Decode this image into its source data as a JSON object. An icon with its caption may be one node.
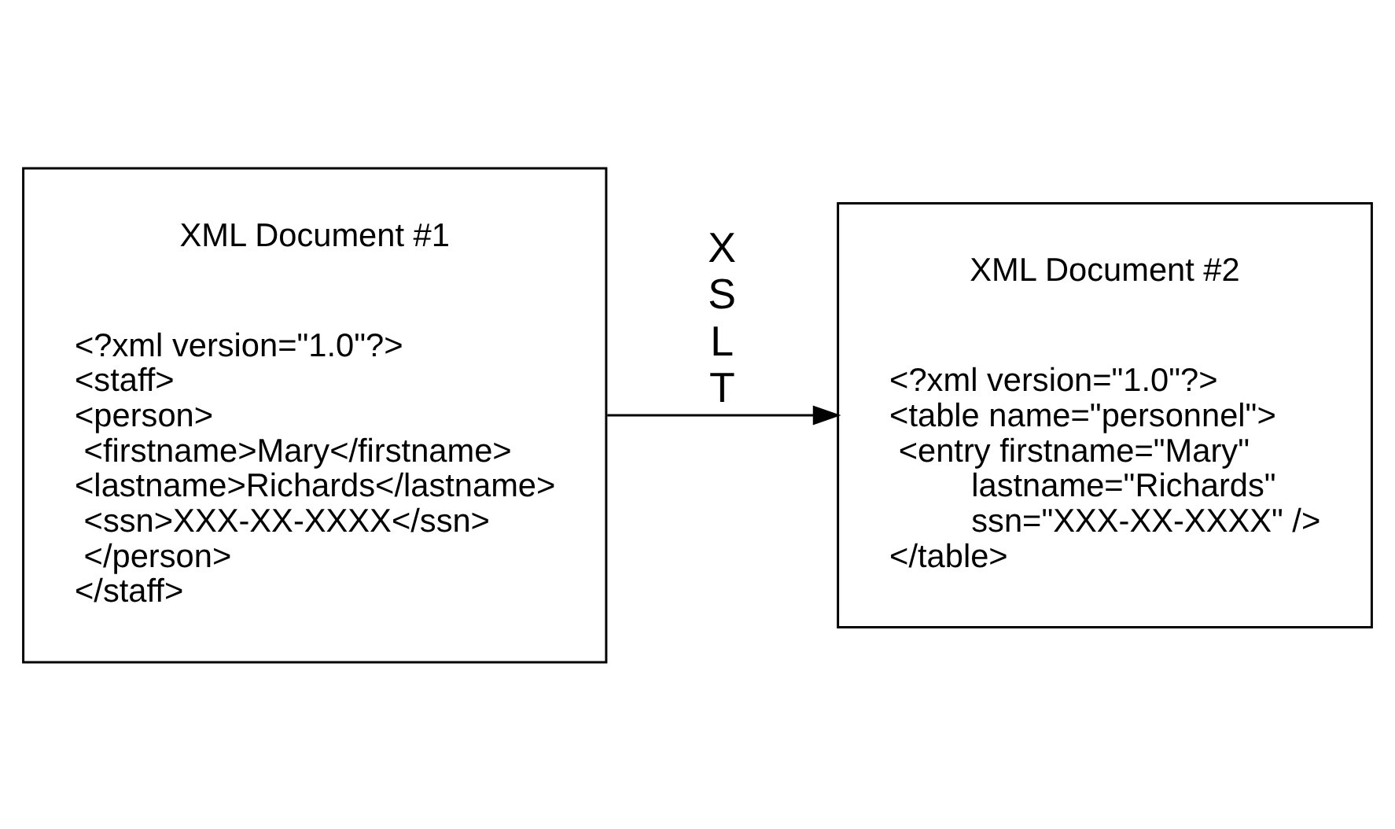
{
  "diagram": {
    "nodes": [
      {
        "text": [
          "XML Document #1",
          "<?xml version=\"1.0\"?>",
          "<staff>",
          " <person>",
          "  <firstname>Mary</firstname>",
          " <lastname>Richards</lastname>",
          "  <ssn>XXX-XX-XXXX</ssn>",
          "  </person>",
          "</staff>"
        ]
      },
      {
        "text": [
          "XML Document #2",
          "<?xml version=\"1.0\"?>",
          "<table name=\"personnel\">",
          "  <entry firstname=\"Mary\"",
          "          lastname=\"Richards\"",
          "          ssn=\"XXX-XX-XXXX\" />",
          "</table>"
        ]
      }
    ],
    "edges": [
      {
        "from": 0,
        "to": 1,
        "arrow": "to",
        "label": "X S L T"
      }
    ]
  }
}
